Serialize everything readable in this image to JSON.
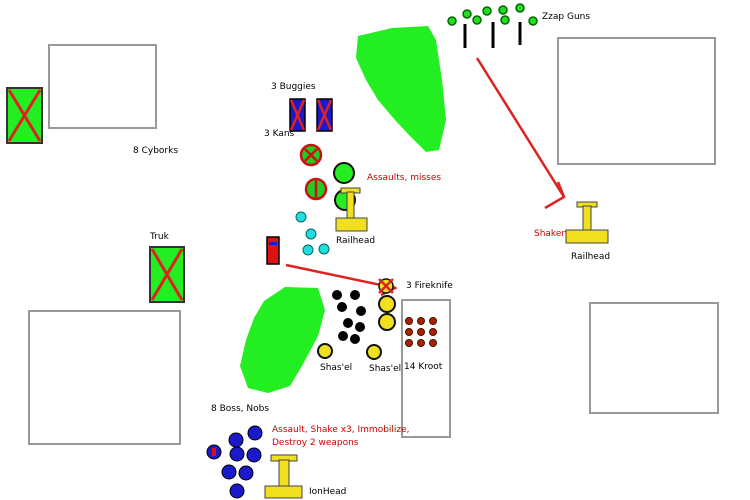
{
  "labels": {
    "zzap_guns": "Zzap Guns",
    "buggies": "3 Buggies",
    "kans": "3 Kans",
    "cyborks": "8 Cyborks",
    "assaults_misses": "Assaults, misses",
    "railhead_left": "Railhead",
    "shaken": "Shaken",
    "railhead_right": "Railhead",
    "truk": "Truk",
    "fireknife": "3 Fireknife",
    "shasel_1": "Shas'el",
    "shasel_2": "Shas'el",
    "kroot": "14 Kroot",
    "boss_nobs": "8 Boss, Nobs",
    "assault_result_line1": "Assault, Shake x3, Immobilize,",
    "assault_result_line2": "Destroy 2 weapons",
    "ionhead": "IonHead"
  },
  "colors": {
    "terrain_green": "#22ee22",
    "arrow_red": "#dd2222",
    "skimmer_yellow": "#f0e020",
    "wreck_x": "#dd2222",
    "kroot_red": "#aa2200",
    "ork_blue": "#1a1acc",
    "crisis_cyan": "#22dddd",
    "building_grey": "#999999"
  }
}
